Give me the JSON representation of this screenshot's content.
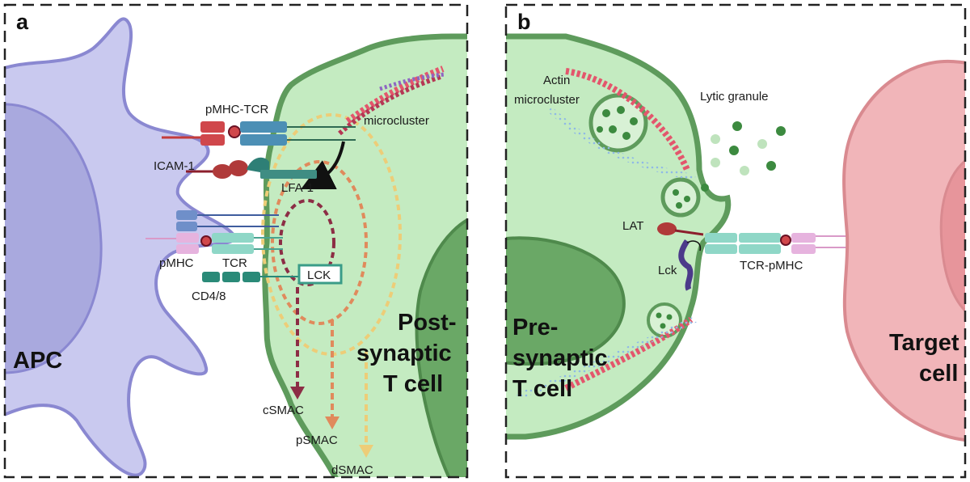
{
  "panel_a": {
    "letter": "a",
    "labels": {
      "pmhc_tcr": "pMHC-TCR",
      "microcluster": "microcluster",
      "icam1": "ICAM-1",
      "lfa1": "LFA-1",
      "pmhc": "pMHC",
      "tcr": "TCR",
      "cd48": "CD4/8",
      "lck": "LCK",
      "csmac": "cSMAC",
      "psmac": "pSMAC",
      "dsmac": "dSMAC",
      "apc": "APC",
      "post_1": "Post-",
      "post_2": "synaptic",
      "post_3": "T cell"
    }
  },
  "panel_b": {
    "letter": "b",
    "labels": {
      "actin_1": "Actin",
      "actin_2": "microcluster",
      "lytic": "Lytic granule",
      "lat": "LAT",
      "lck": "Lck",
      "tcr_pmhc": "TCR-pMHC",
      "pre_1": "Pre-",
      "pre_2": "synaptic",
      "pre_3": "T cell",
      "target_1": "Target",
      "target_2": "cell"
    }
  },
  "colors": {
    "apc": "#c9c9ef",
    "t_cell": "#c4ebc1",
    "t_cell_border": "#5e9b5c",
    "nucleus": "#5e9b5c",
    "csmac": "#8c2d45",
    "psmac": "#e08a5c",
    "dsmac": "#edcd78",
    "actin": "#e3566c",
    "target": "#f1b5b9"
  }
}
